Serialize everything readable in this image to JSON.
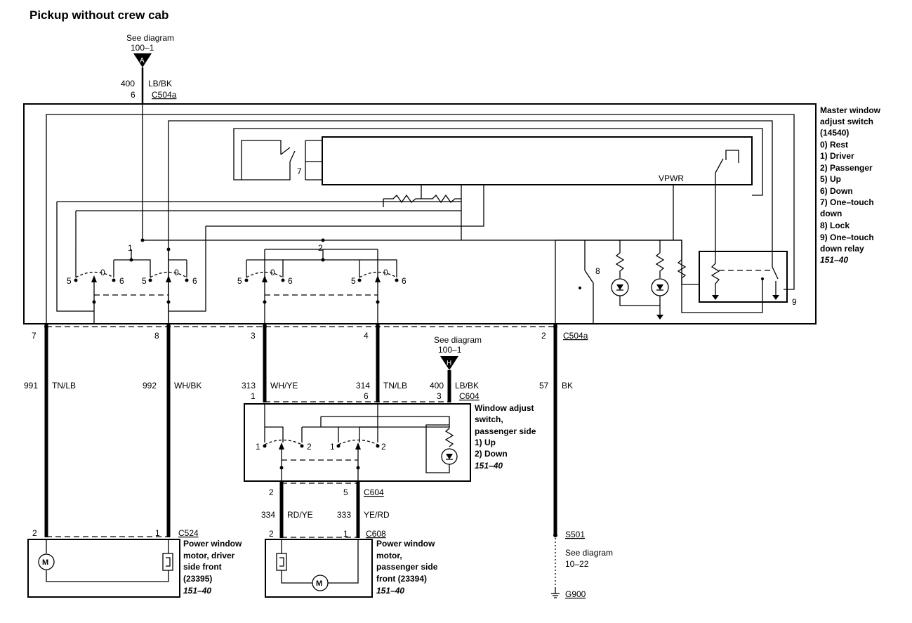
{
  "title": "Pickup without crew cab",
  "refs": {
    "top": {
      "line1": "See diagram",
      "line2": "100–1",
      "letter": "A"
    },
    "mid": {
      "line1": "See diagram",
      "line2": "100–1",
      "letter": "H"
    },
    "ground": {
      "line1": "See diagram",
      "line2": "10–22"
    }
  },
  "connectors": {
    "c504a_top": "C504a",
    "c504a_bottom": "C504a",
    "c604_top": "C604",
    "c604_bottom": "C604",
    "c524": "C524",
    "c608": "C608",
    "s501": "S501",
    "g900": "G900"
  },
  "master_switch": {
    "lines": [
      "Master window",
      "adjust switch",
      "(14540)",
      "0) Rest",
      "1) Driver",
      "2) Passenger",
      "5) Up",
      "6) Down",
      "7) One–touch",
      "down",
      "8) Lock",
      "9) One–touch",
      "down relay"
    ],
    "ref": "151–40",
    "vpwr": "VPWR"
  },
  "passenger_switch": {
    "lines": [
      "Window adjust",
      "switch,",
      "passenger side",
      "1) Up",
      "2) Down"
    ],
    "ref": "151–40"
  },
  "driver_motor": {
    "lines": [
      "Power window",
      "motor, driver",
      "side front",
      "(23395)"
    ],
    "ref": "151–40"
  },
  "passenger_motor": {
    "lines": [
      "Power window",
      "motor,",
      "passenger side",
      "front (23394)"
    ],
    "ref": "151–40"
  },
  "wires": {
    "w400_top": {
      "circuit": "400",
      "color": "LB/BK",
      "pin": "6"
    },
    "w991": {
      "circuit": "991",
      "color": "TN/LB",
      "pin": "7"
    },
    "w992": {
      "circuit": "992",
      "color": "WH/BK",
      "pin": "8"
    },
    "w313": {
      "circuit": "313",
      "color": "WH/YE",
      "pin": "3"
    },
    "w314": {
      "circuit": "314",
      "color": "TN/LB",
      "pin": "4"
    },
    "w400_mid": {
      "circuit": "400",
      "color": "LB/BK"
    },
    "w57": {
      "circuit": "57",
      "color": "BK",
      "pin": "2"
    },
    "w334": {
      "circuit": "334",
      "color": "RD/YE"
    },
    "w333": {
      "circuit": "333",
      "color": "YE/RD"
    }
  },
  "switch_labels": {
    "rest": "0",
    "driver": "1",
    "passenger": "2",
    "up": "5",
    "down": "6",
    "onetouch": "7",
    "lock": "8",
    "relay": "9",
    "p_up": "1",
    "p_down": "2"
  },
  "pins": {
    "c604_1": "1",
    "c604_6": "6",
    "c604_3": "3",
    "c604_2": "2",
    "c604_5": "5",
    "c608_2": "2",
    "c608_1": "1",
    "c524_2": "2",
    "c524_1": "1"
  },
  "motor_symbol": "M"
}
